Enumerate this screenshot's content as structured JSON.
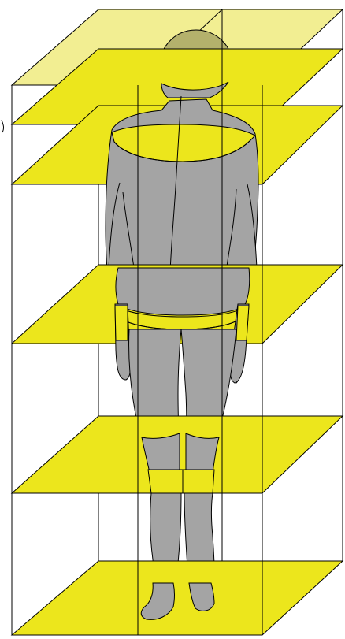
{
  "diagram": {
    "subject": "human-figure-in-box",
    "colors": {
      "plane": "#ece61c",
      "plane_light": "#f2ee92",
      "body": "#a4a4a4",
      "outline": "#000000",
      "background": "#ffffff"
    },
    "planes": [
      {
        "name": "section-plane-top"
      },
      {
        "name": "section-plane-shoulder"
      },
      {
        "name": "section-plane-waist"
      },
      {
        "name": "section-plane-thigh"
      },
      {
        "name": "section-plane-knee"
      },
      {
        "name": "section-plane-floor"
      }
    ]
  }
}
